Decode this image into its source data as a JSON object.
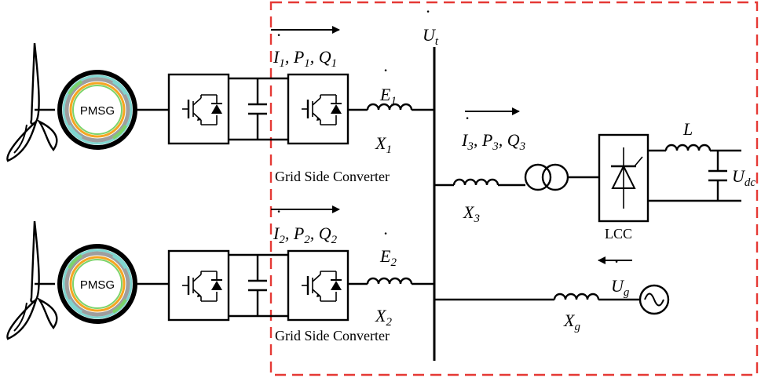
{
  "generator_label": "PMSG",
  "converter_caption": "Grid Side Converter",
  "lcc_label": "LCC",
  "voltage_terminal": {
    "main": "U",
    "sub": "t"
  },
  "feeder1": {
    "current": "I",
    "current_sub": "1",
    "power_p": "P",
    "power_p_sub": "1",
    "power_q": "Q",
    "power_q_sub": "1",
    "emf": "E",
    "emf_sub": "1",
    "reactance": "X",
    "reactance_sub": "1"
  },
  "feeder2": {
    "current": "I",
    "current_sub": "2",
    "power_p": "P",
    "power_p_sub": "2",
    "power_q": "Q",
    "power_q_sub": "2",
    "emf": "E",
    "emf_sub": "2",
    "reactance": "X",
    "reactance_sub": "2"
  },
  "branch3": {
    "current": "I",
    "current_sub": "3",
    "power_p": "P",
    "power_p_sub": "3",
    "power_q": "Q",
    "power_q_sub": "3",
    "reactance": "X",
    "reactance_sub": "3"
  },
  "dc_side": {
    "inductor": "L",
    "voltage": "U",
    "voltage_sub": "dc"
  },
  "grid": {
    "voltage": "U",
    "voltage_sub": "g",
    "reactance": "X",
    "reactance_sub": "g"
  },
  "separator": ", ",
  "colors": {
    "dashed_box": "#e53935",
    "stator_ring": "#f5a623",
    "rotor_band": "#9e9e9e",
    "teal_accent": "#7fd6d0",
    "green_accent": "#7cd36a"
  }
}
